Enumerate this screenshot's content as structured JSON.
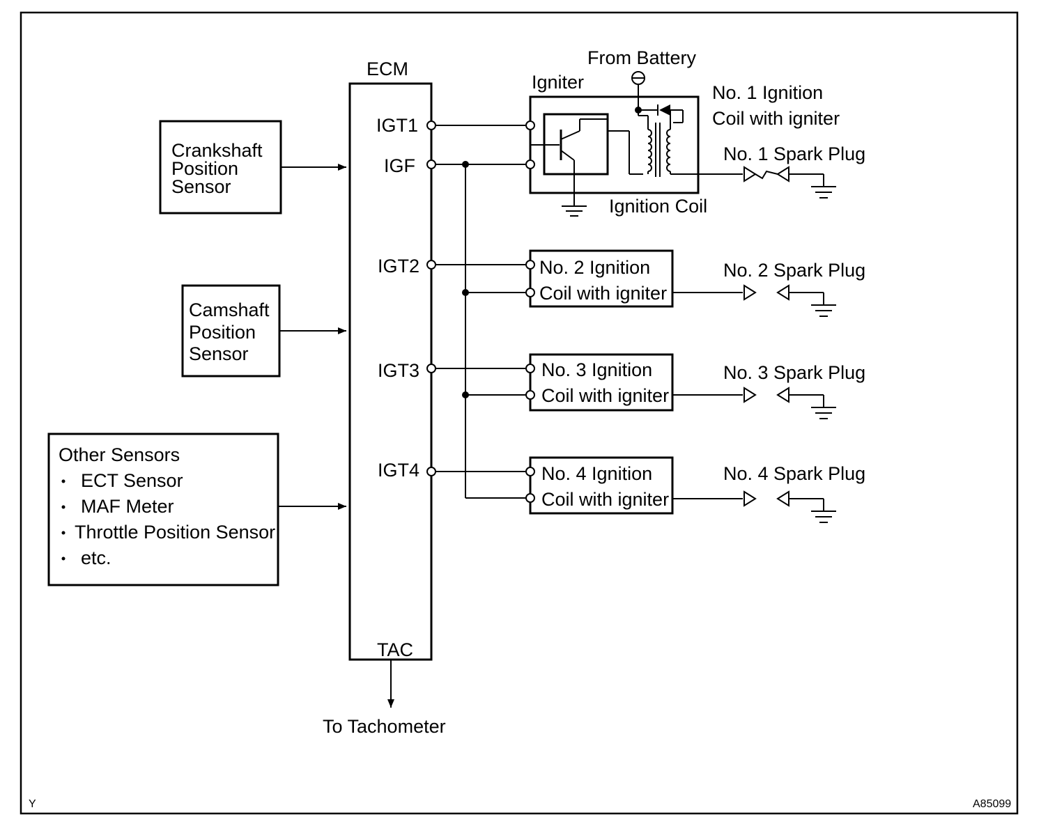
{
  "ecm": {
    "title": "ECM",
    "pins": {
      "igt1": "IGT1",
      "igf": "IGF",
      "igt2": "IGT2",
      "igt3": "IGT3",
      "igt4": "IGT4",
      "tac": "TAC"
    }
  },
  "sensors": {
    "crankshaft": [
      "Crankshaft",
      "Position",
      "Sensor"
    ],
    "camshaft": [
      "Camshaft",
      "Position",
      "Sensor"
    ],
    "other": {
      "title": "Other Sensors",
      "items": [
        "ECT Sensor",
        "MAF Meter",
        "Throttle Position Sensor",
        "etc."
      ]
    }
  },
  "coil1": {
    "from_battery": "From Battery",
    "igniter": "Igniter",
    "title": [
      "No. 1 Ignition",
      "Coil with igniter"
    ],
    "ignition_coil": "Ignition Coil"
  },
  "coils": [
    {
      "line1": "No. 2 Ignition",
      "line2": "Coil with igniter"
    },
    {
      "line1": "No. 3 Ignition",
      "line2": "Coil with igniter"
    },
    {
      "line1": "No. 4 Ignition",
      "line2": "Coil with igniter"
    }
  ],
  "spark_plugs": [
    "No. 1 Spark Plug",
    "No. 2 Spark Plug",
    "No. 3 Spark Plug",
    "No. 4 Spark Plug"
  ],
  "tachometer": "To Tachometer",
  "corner_left": "Y",
  "corner_right": "A85099"
}
